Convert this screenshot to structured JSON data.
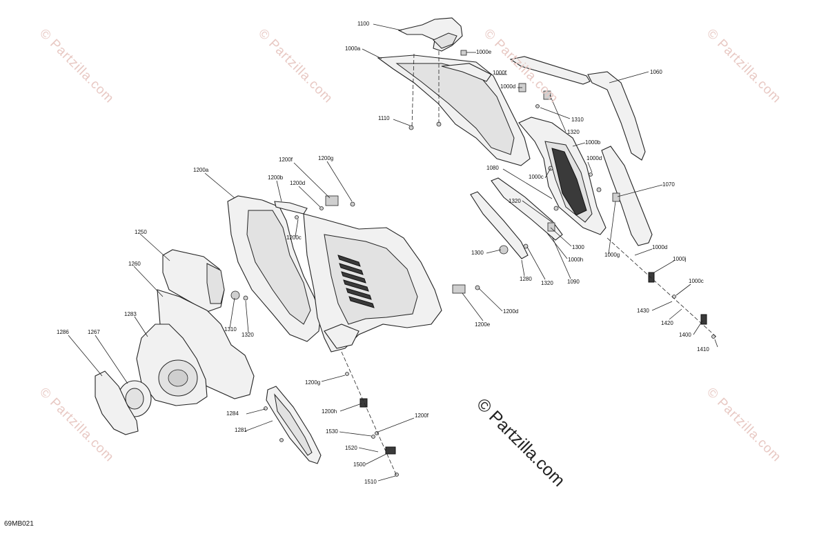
{
  "diagram": {
    "drawing_code": "69MB021",
    "watermark_text": "© Partzilla.com",
    "watermark_main": "© Partzilla.com",
    "callouts": {
      "c1100": "1100",
      "c1000a": "1000a",
      "c1000e": "1000e",
      "c1000f": "1000f",
      "c1000d_top": "1000d",
      "c1060": "1060",
      "c1310_top": "1310",
      "c1110": "1110",
      "c1320_top": "1320",
      "c1000b": "1000b",
      "c1000d_mid": "1000d",
      "c1080_a": "1080",
      "c1000c_mid": "1000c",
      "c1070": "1070",
      "c1320_mid": "1320",
      "c1300_right": "1300",
      "c1000h": "1000h",
      "c1000g": "1000g",
      "c1300_left": "1300",
      "c1280": "1280",
      "c1320_low": "1320",
      "c1090": "1090",
      "c1000d_low": "1000d",
      "c1000j": "1000j",
      "c1000c_low": "1000c",
      "c1430": "1430",
      "c1420": "1420",
      "c1400": "1400",
      "c1410": "1410",
      "c1200f_top": "1200f",
      "c1200g_top": "1200g",
      "c1200a": "1200a",
      "c1200b": "1200b",
      "c1200d_top": "1200d",
      "c1200c": "1200c",
      "c1250": "1250",
      "c1260": "1260",
      "c1310_left": "1310",
      "c1320_left": "1320",
      "c1283": "1283",
      "c1286": "1286",
      "c1267": "1267",
      "c1200d_low": "1200d",
      "c1200e": "1200e",
      "c1200g_low": "1200g",
      "c1200h": "1200h",
      "c1200f_low": "1200f",
      "c1284": "1284",
      "c1281": "1281",
      "c1530": "1530",
      "c1520": "1520",
      "c1500": "1500",
      "c1510": "1510"
    }
  }
}
